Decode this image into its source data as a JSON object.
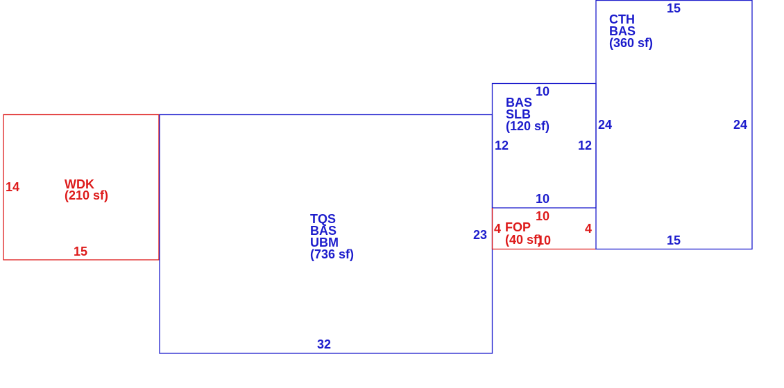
{
  "colors": {
    "living_area": "#1c1ccc",
    "exterior_feature": "#dd1a1a",
    "background": "#ffffff"
  },
  "areas": {
    "wdk": {
      "code": "WDK",
      "area": "(210 sf)",
      "dim_left": "14",
      "dim_bottom": "15"
    },
    "main": {
      "code1": "TQS",
      "code2": "BAS",
      "code3": "UBM",
      "area": "(736 sf)",
      "dim_right": "23",
      "dim_bottom": "32"
    },
    "slb": {
      "code1": "BAS",
      "code2": "SLB",
      "area": "(120 sf)",
      "dim_top": "10",
      "dim_left": "12",
      "dim_right": "12",
      "dim_bottom": "10"
    },
    "fop": {
      "code": "FOP",
      "area": "(40 sf)",
      "dim_top": "10",
      "dim_left": "4",
      "dim_right": "4",
      "dim_bottom": "10"
    },
    "cth": {
      "code1": "CTH",
      "code2": "BAS",
      "area": "(360 sf)",
      "dim_top": "15",
      "dim_left": "24",
      "dim_right": "24",
      "dim_bottom": "15"
    }
  }
}
